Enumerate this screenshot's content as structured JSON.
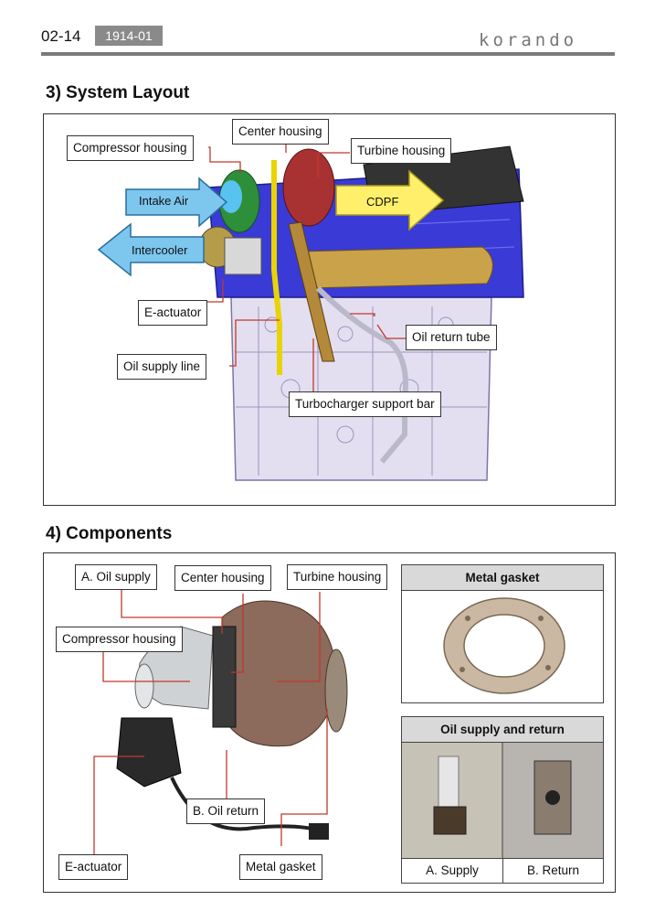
{
  "header": {
    "page_number": "02-14",
    "code": "1914-01",
    "brand": "korando"
  },
  "system_layout": {
    "heading": "3) System Layout",
    "labels": {
      "compressor_housing": "Compressor housing",
      "center_housing": "Center housing",
      "turbine_housing": "Turbine housing",
      "intake_air": "Intake Air",
      "cdpf": "CDPF",
      "intercooler": "Intercooler",
      "e_actuator": "E-actuator",
      "oil_return_tube": "Oil return tube",
      "oil_supply_line": "Oil supply line",
      "turbocharger_support_bar": "Turbocharger support bar"
    },
    "colors": {
      "intake_arrow": "#7dc6ee",
      "cdpf_arrow": "#ffef6a",
      "leader": "#c0392b"
    }
  },
  "components": {
    "heading": "4) Components",
    "labels": {
      "oil_supply": "A. Oil supply",
      "center_housing": "Center housing",
      "turbine_housing": "Turbine housing",
      "compressor_housing": "Compressor housing",
      "oil_return": "B. Oil return",
      "e_actuator": "E-actuator",
      "metal_gasket": "Metal gasket"
    },
    "metal_gasket_panel": {
      "title": "Metal gasket"
    },
    "oil_panel": {
      "title": "Oil supply and return",
      "caption_a": "A. Supply",
      "caption_b": "B. Return"
    }
  }
}
